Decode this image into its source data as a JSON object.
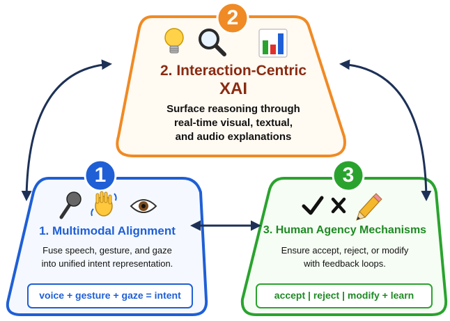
{
  "colors": {
    "blue": "#1f5fd6",
    "orange": "#f08a24",
    "green": "#2aa32e",
    "dark_red": "#8a2b12",
    "navy": "#1d3157",
    "arrow": "#1d3157"
  },
  "top": {
    "number": "2",
    "title_line1": "2. Interaction-Centric",
    "title_line2": "XAI",
    "desc_line1": "Surface reasoning through",
    "desc_line2": "real-time visual, textual,",
    "desc_line3": "and audio explanations",
    "icons": [
      "lightbulb-icon",
      "magnifier-icon",
      "bar-chart-icon"
    ]
  },
  "left": {
    "number": "1",
    "title": "1. Multimodal Alignment",
    "desc_line1": "Fuse speech, gesture, and gaze",
    "desc_line2": "into unified intent representation.",
    "pill": "voice + gesture + gaze = intent",
    "icons": [
      "microphone-icon",
      "waving-hand-icon",
      "eye-icon"
    ]
  },
  "right": {
    "number": "3",
    "title": "3. Human Agency Mechanisms",
    "desc_line1": "Ensure accept, reject, or modify",
    "desc_line2": "with feedback loops.",
    "pill": "accept | reject | modify + learn",
    "icons": [
      "checkmark-icon",
      "cross-icon",
      "pencil-icon"
    ]
  }
}
